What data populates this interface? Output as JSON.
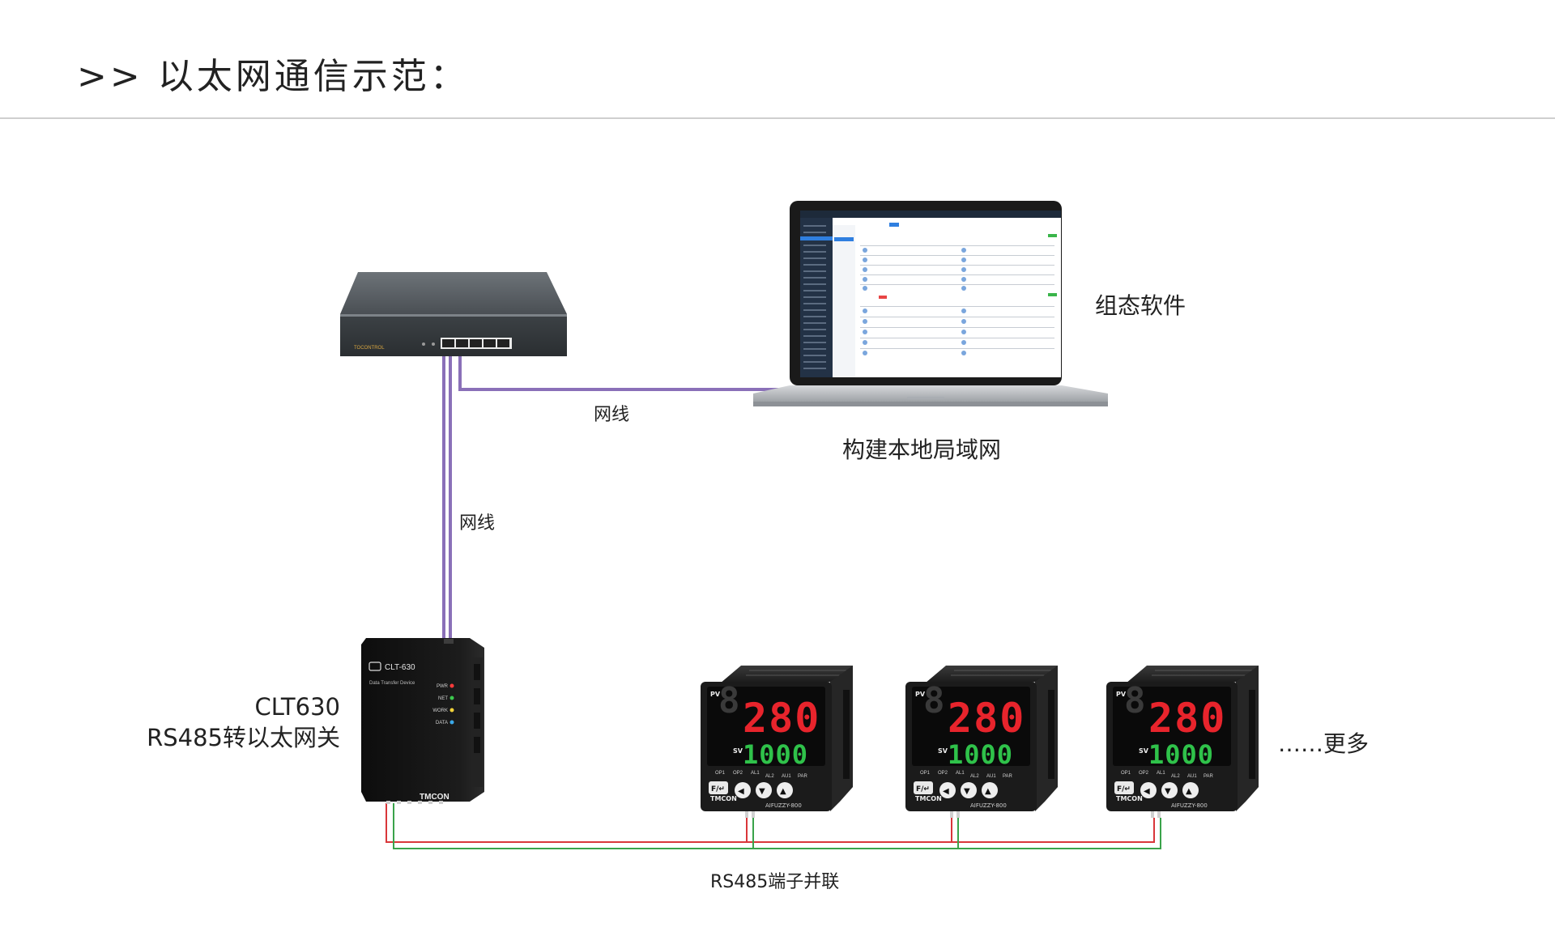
{
  "title": ">> 以太网通信示范：",
  "labels": {
    "software": "组态软件",
    "lan": "构建本地局域网",
    "cable_top": "网线",
    "cable_left": "网线",
    "gateway_line1": "CLT630",
    "gateway_line2": "RS485转以太网关",
    "more": "……更多",
    "rs485": "RS485端子并联"
  },
  "switch": {
    "brand": "TOCONTROL"
  },
  "gateway": {
    "model": "CLT-630",
    "subtitle": "Data Transfer Device",
    "leds": [
      "PWR",
      "NET",
      "WORK",
      "DATA"
    ],
    "brand": "TMCON"
  },
  "controllers": [
    {
      "pv_label": "PV",
      "pv": "280",
      "sv_label": "SV",
      "sv": "1000",
      "brand": "TMCON",
      "model": "AIFUZZY-800"
    },
    {
      "pv_label": "PV",
      "pv": "280",
      "sv_label": "SV",
      "sv": "1000",
      "brand": "TMCON",
      "model": "AIFUZZY-800"
    },
    {
      "pv_label": "PV",
      "pv": "280",
      "sv_label": "SV",
      "sv": "1000",
      "brand": "TMCON",
      "model": "AIFUZZY-800"
    }
  ],
  "controller_indicators": [
    "OP1",
    "OP2",
    "AL1",
    "AL2",
    "AU1",
    "PAR"
  ],
  "controller_keys": [
    "F/↵",
    "◀",
    "▼",
    "▲"
  ],
  "colors": {
    "ethernet_cable": "#8a70b8",
    "rs485_red": "#d9363a",
    "rs485_green": "#3aa34a",
    "pv_digits": "#e8242c",
    "sv_digits": "#2fc24a",
    "screen_accent": "#2f7fe0"
  }
}
